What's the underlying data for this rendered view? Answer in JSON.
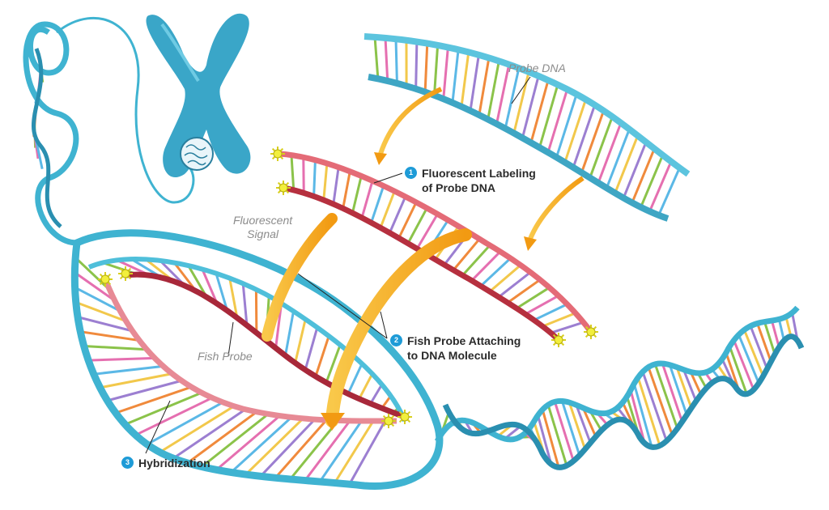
{
  "labels": {
    "probe_dna": "Probe DNA",
    "fluorescent_signal_line1": "Fluorescent",
    "fluorescent_signal_line2": "Signal",
    "fish_probe": "Fish Probe"
  },
  "steps": [
    {
      "number": "1",
      "line1": "Fluorescent Labeling",
      "line2": "of Probe DNA"
    },
    {
      "number": "2",
      "line1": "Fish Probe Attaching",
      "line2": "to DNA Molecule"
    },
    {
      "number": "3",
      "line1": "Hybridization",
      "line2": ""
    }
  ],
  "colors": {
    "dna_strand": "#3fb3d1",
    "dna_strand_dark": "#2a8fb0",
    "probe_strand": "#c94a57",
    "probe_strand_light": "#f08a94",
    "arrow": "#f6b21b",
    "chromosome": "#3aa6c8",
    "signal": "#f2ef3c",
    "step_badge": "#1e9bd7"
  }
}
